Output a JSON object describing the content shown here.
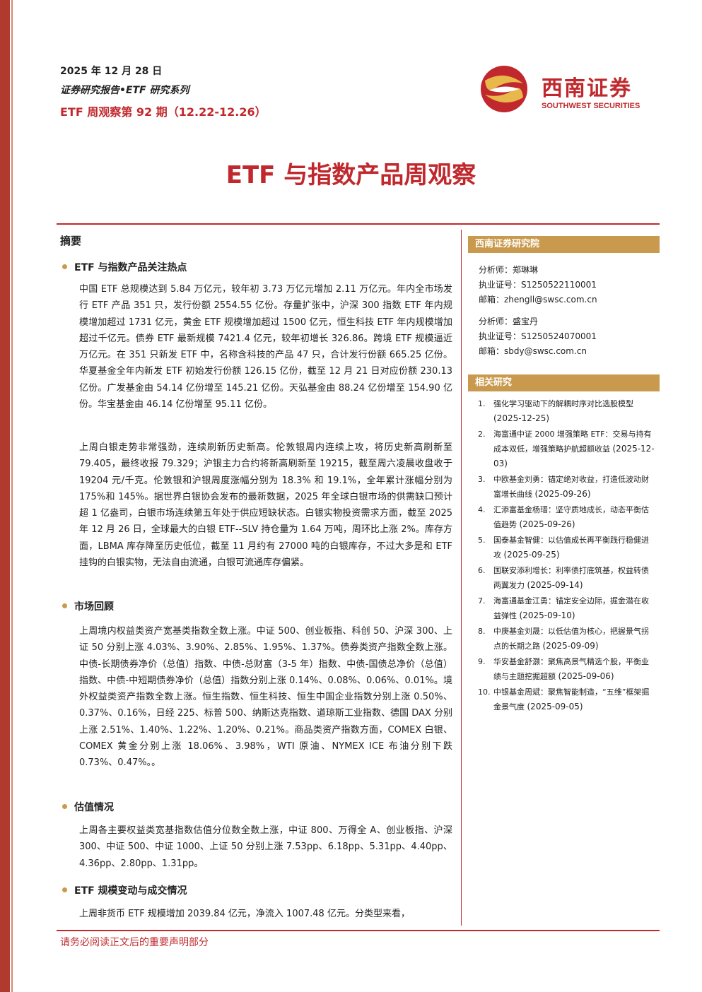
{
  "header": {
    "date": "2025 年 12 月 28 日",
    "series": "证券研究报告•ETF 研究系列",
    "issue": "ETF 周观察第 92 期（12.22-12.26）"
  },
  "logo": {
    "name_cn": "西南证券",
    "name_en": "SOUTHWEST SECURITIES"
  },
  "title": "ETF 与指数产品周观察",
  "abstract": {
    "heading": "摘要",
    "sections": [
      {
        "heading": "ETF 与指数产品关注热点",
        "paragraphs": [
          "中国 ETF 总规模达到 5.84 万亿元，较年初 3.73 万亿元增加 2.11 万亿元。年内全市场发行 ETF 产品 351 只，发行份额 2554.55 亿份。存量扩张中，沪深 300 指数 ETF 年内规模增加超过 1731 亿元，黄金 ETF 规模增加超过 1500 亿元，恒生科技 ETF 年内规模增加超过千亿元。债券 ETF 最新规模 7421.4 亿元，较年初增长 326.86。跨境 ETF 规模逼近万亿元。在 351 只新发 ETF 中，名称含科技的产品 47 只，合计发行份额 665.25 亿份。华夏基金全年内新发 ETF 初始发行份额 126.15 亿份，截至 12 月 21 日对应份额 230.13 亿份。广发基金由 54.14 亿份增至 145.21 亿份。天弘基金由 88.24 亿份增至 154.90 亿份。华宝基金由 46.14 亿份增至 95.11 亿份。",
          "上周白银走势非常强劲，连续刷新历史新高。伦敦银周内连续上攻，将历史新高刷新至 79.405，最终收报 79.329；沪银主力合约将新高刷新至 19215，截至周六凌晨收盘收于 19204 元/千克。伦敦银和沪银周度涨幅分别为 18.3% 和 19.1%，全年累计涨幅分别为 175%和 145%。据世界白银协会发布的最新数据，2025 年全球白银市场的供需缺口预计超 1 亿盎司，白银市场连续第五年处于供应短缺状态。白银实物投资需求方面，截至 2025 年 12 月 26 日，全球最大的白银 ETF--SLV 持仓量为 1.64 万吨，周环比上涨 2%。库存方面，LBMA 库存降至历史低位，截至 11 月约有 27000 吨的白银库存，不过大多是和 ETF 挂钩的白银实物，无法自由流通，白银可流通库存偏紧。"
        ]
      },
      {
        "heading": "市场回顾",
        "paragraphs": [
          "上周境内权益类资产宽基类指数全数上涨。中证 500、创业板指、科创 50、沪深 300、上证 50 分别上涨 4.03%、3.90%、2.85%、1.95%、1.37%。债券类资产指数全数上涨。中债-长期债券净价（总值）指数、中债-总财富（3-5 年）指数、中债-国债总净价（总值）指数、中债-中短期债券净价（总值）指数分别上涨 0.14%、0.08%、0.06%、0.01%。境外权益类资产指数全数上涨。恒生指数、恒生科技、恒生中国企业指数分别上涨 0.50%、0.37%、0.16%，日经 225、标普 500、纳斯达克指数、道琼斯工业指数、德国 DAX 分别上涨 2.51%、1.40%、1.22%、1.20%、0.21%。商品类资产指数方面，COMEX 白银、COMEX 黄金分别上涨 18.06%、3.98%，WTI 原油、NYMEX ICE 布油分别下跌 0.73%、0.47%。。"
        ]
      },
      {
        "heading": "估值情况",
        "paragraphs": [
          "上周各主要权益类宽基指数估值分位数全数上涨，中证 800、万得全 A、创业板指、沪深 300、中证 500、中证 1000、上证 50 分别上涨 7.53pp、6.18pp、5.31pp、4.40pp、4.36pp、2.80pp、1.31pp。"
        ]
      },
      {
        "heading": "ETF 规模变动与成交情况",
        "paragraphs": [
          "上周非货币 ETF 规模增加 2039.84 亿元，净流入 1007.48 亿元。分类型来看，"
        ]
      }
    ]
  },
  "sidebar": {
    "institute_label": "西南证券研究院",
    "analysts": [
      {
        "analyst": "分析师：郑琳琳",
        "license": "执业证号：S1250522110001",
        "email": "邮箱：zhengll@swsc.com.cn"
      },
      {
        "analyst": "分析师：盛宝丹",
        "license": "执业证号：S1250524070001",
        "email": "邮箱：sbdy@swsc.com.cn"
      }
    ],
    "related_label": "相关研究",
    "related": [
      {
        "num": "1.",
        "title": "强化学习驱动下的解耦时序对比选股模型",
        "date": "(2025-12-25)"
      },
      {
        "num": "2.",
        "title": "海富通中证 2000 增强策略 ETF：交易与持有成本双低，增强策略护航超额收益",
        "date": "(2025-12-03)"
      },
      {
        "num": "3.",
        "title": "中欧基金刘勇：锚定绝对收益，打造低波动财富增长曲线",
        "date": "(2025-09-26)"
      },
      {
        "num": "4.",
        "title": "汇添富基金杨瑨：坚守质地成长，动态平衡估值趋势",
        "date": "(2025-09-26)"
      },
      {
        "num": "5.",
        "title": "国泰基金智健：以估值成长再平衡践行稳健进攻",
        "date": "(2025-09-25)"
      },
      {
        "num": "6.",
        "title": "国联安添利增长：利率债打底筑基，权益转债两翼发力",
        "date": "(2025-09-14)"
      },
      {
        "num": "7.",
        "title": "海富通基金江勇：锚定安全边际，掘金潜在收益弹性",
        "date": "(2025-09-10)"
      },
      {
        "num": "8.",
        "title": "中庚基金刘晟：以低估值为核心，把握景气拐点的长期之路",
        "date": "(2025-09-09)"
      },
      {
        "num": "9.",
        "title": "华安基金舒灏：聚焦高景气精选个股，平衡业绩与主题挖掘超额",
        "date": "(2025-09-06)"
      },
      {
        "num": "10.",
        "title": "中银基金周斌：聚焦智能制造，“五维”框架掘金景气度",
        "date": "(2025-09-05)"
      }
    ]
  },
  "footer": "请务必阅读正文后的重要声明部分",
  "colors": {
    "brand_red": "#c0282d",
    "gold_band": "#c99a4e",
    "left_bar": "#b03a2e"
  }
}
